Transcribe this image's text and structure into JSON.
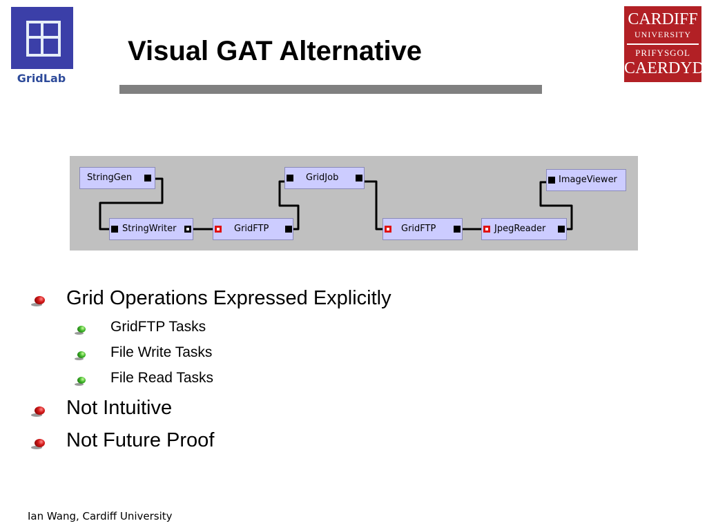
{
  "header": {
    "title": "Visual GAT Alternative",
    "gridlab_logo_text": "GridLab",
    "cardiff_logo": [
      "CARDIFF",
      "UNIVERSITY",
      "PRIFYSGOL",
      "CAERDYDD"
    ]
  },
  "workflow": {
    "nodes": [
      {
        "label": "StringGen"
      },
      {
        "label": "StringWriter"
      },
      {
        "label": "GridFTP"
      },
      {
        "label": "GridJob"
      },
      {
        "label": "GridFTP"
      },
      {
        "label": "JpegReader"
      },
      {
        "label": "ImageViewer"
      }
    ]
  },
  "bullets": {
    "b1": "Grid Operations Expressed Explicitly",
    "b1_sub1": "GridFTP Tasks",
    "b1_sub2": "File Write Tasks",
    "b1_sub3": "File Read Tasks",
    "b2": "Not Intuitive",
    "b3": "Not Future Proof"
  },
  "footer": "Ian Wang, Cardiff University",
  "colors": {
    "node_fill": "#ccccff",
    "panel_bg": "#c0c0c0",
    "title_rule": "#808080",
    "cardiff_red": "#b22025",
    "gridlab_blue": "#3b3fa8"
  }
}
